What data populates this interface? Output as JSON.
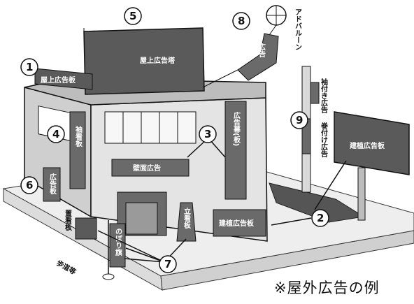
{
  "labels": {
    "rooftop_sign_board": "屋上広告板",
    "rooftop_tower": "屋上広告塔",
    "adballoon": "アドバルーン",
    "balloon_banner": "広告",
    "projecting_sign": "袖看板",
    "wall_ad": "壁面広告",
    "hanging_screen": "広告幕(板)",
    "window_sign": "広告板",
    "standing_sign": "建植広告板",
    "standing_sign_building": "建植広告板",
    "pole_sleeve": "袖付き広告",
    "pole_wrap": "巻付け広告",
    "a_board": "立看板",
    "nobori": "のぼり旗",
    "shop_sign": "置看板",
    "road": "歩道等"
  },
  "markers": [
    "1",
    "2",
    "3",
    "4",
    "5",
    "6",
    "7",
    "8",
    "9"
  ],
  "caption": "※屋外広告の例",
  "colors": {
    "stroke": "#111111",
    "dark_panel": "#5a5a5a",
    "mid_panel": "#8a8a8a",
    "light": "#d9d9d9",
    "ground": "#eeeeee"
  }
}
